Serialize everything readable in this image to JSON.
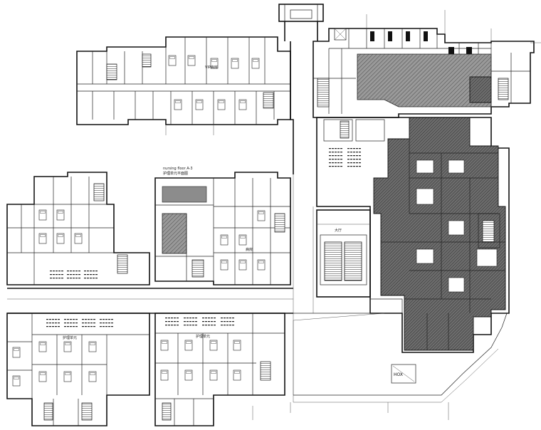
{
  "drawing": {
    "labels": {
      "ward_top": "VIP病房",
      "ward_center": "病房",
      "ward_left": "护理单元",
      "ward_right": "护理单元",
      "north_block_note": "nursing floor A-3",
      "north_block_sub": "护理单元平面图",
      "entrance_mark": "HOX",
      "lobby": "大厅"
    },
    "colors": {
      "line": "#111111",
      "hatch": "#7a7a7a",
      "fill_dark": "#5c5c5c",
      "background": "#ffffff"
    },
    "icons": [
      "stair-icon",
      "elevator-icon",
      "bed-icon"
    ]
  }
}
